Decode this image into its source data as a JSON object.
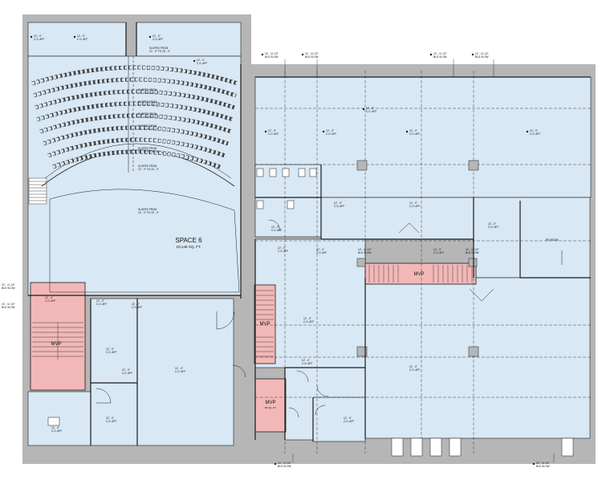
{
  "plan": {
    "space_name": "SPACE 6",
    "space_area": "19,146 SQ. FT.",
    "mvp_labels": [
      "MVP",
      "MVP",
      "MVP",
      "MVP"
    ],
    "mvp_sublabels": [
      "",
      "",
      "",
      "85 SQ. FT."
    ],
    "tags": {
      "ceil_a": "12' - 0\"",
      "ceil_b": "C.G. AFF",
      "sloped_a": "SLOPED FROM",
      "sloped_b": "12' - 0\" TO 15' - 0\"",
      "elev_a": "10' - 11 1/2\"",
      "elev_b": "BLD SLOW",
      "room_note": "RD.ROOM"
    }
  },
  "colors": {
    "space_fill": "#d8e8f4",
    "mvp_fill": "#f2b8b8",
    "wall": "#b6b6b6",
    "line": "#1a1a1a"
  }
}
